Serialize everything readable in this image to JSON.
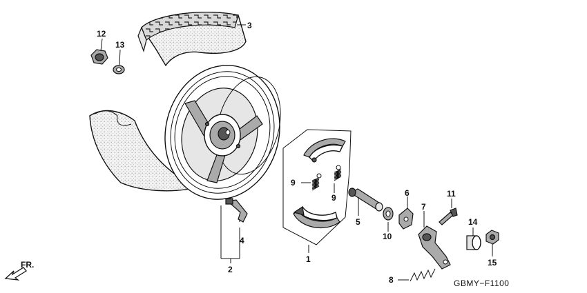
{
  "diagram_code": "GBMY−F1100",
  "direction_label": "FR.",
  "callouts": {
    "c1": "1",
    "c2": "2",
    "c3": "3",
    "c4": "4",
    "c5": "5",
    "c6": "6",
    "c7": "7",
    "c8": "8",
    "c9a": "9",
    "c9b": "9",
    "c10": "10",
    "c11": "11",
    "c12": "12",
    "c13": "13",
    "c14": "14",
    "c15": "15"
  }
}
